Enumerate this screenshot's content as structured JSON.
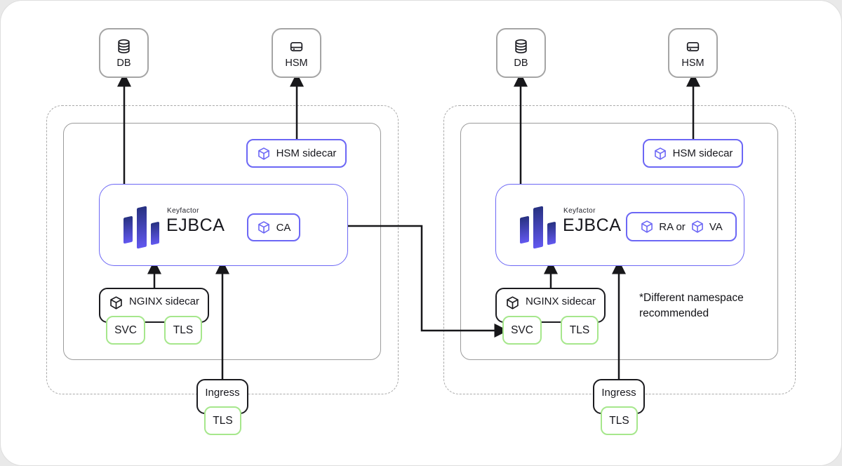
{
  "diagram": {
    "external": {
      "db": "DB",
      "hsm": "HSM"
    },
    "left": {
      "hsm_sidecar": "HSM sidecar",
      "brand": "Keyfactor",
      "product": "EJBCA",
      "role": "CA",
      "nginx_sidecar": "NGINX sidecar",
      "svc": "SVC",
      "nginx_tls": "TLS",
      "ingress": "Ingress",
      "ingress_tls": "TLS"
    },
    "right": {
      "hsm_sidecar": "HSM sidecar",
      "brand": "Keyfactor",
      "product": "EJBCA",
      "role_ra": "RA",
      "role_or": "or",
      "role_va": "VA",
      "nginx_sidecar": "NGINX sidecar",
      "svc": "SVC",
      "nginx_tls": "TLS",
      "ingress": "Ingress",
      "ingress_tls": "TLS",
      "note": "*Different namespace recommended"
    },
    "colors": {
      "accent_purple": "#6c67f5",
      "accent_green": "#a6e78c",
      "box_gray": "#a5a5a5",
      "line_black": "#17171a",
      "logo_gradient_top": "#273181",
      "logo_gradient_bottom": "#6258f0"
    }
  }
}
